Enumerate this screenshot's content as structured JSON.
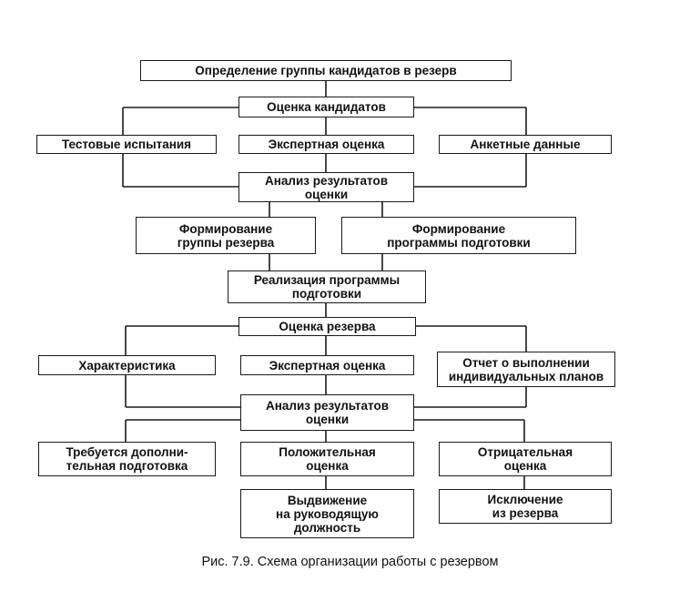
{
  "diagram": {
    "nodes": {
      "definition": "Определение группы кандидатов в резерв",
      "candidate_eval": "Оценка кандидатов",
      "tests": "Тестовые испытания",
      "expert_eval_1": "Экспертная оценка",
      "questionnaire": "Анкетные данные",
      "analysis_1": "Анализ результатов\nоценки",
      "form_group": "Формирование\nгруппы резерва",
      "form_program": "Формирование\nпрограммы подготовки",
      "implementation": "Реализация программы\nподготовки",
      "reserve_eval": "Оценка резерва",
      "characteristic": "Характеристика",
      "expert_eval_2": "Экспертная оценка",
      "report": "Отчет о выполнении\nиндивидуальных планов",
      "analysis_2": "Анализ результатов\nоценки",
      "extra_training": "Требуется дополни-\nтельная подготовка",
      "positive": "Положительная\nоценка",
      "negative": "Отрицательная\nоценка",
      "promotion": "Выдвижение\nна руководящую\nдолжность",
      "exclusion": "Исключение\nиз резерва"
    },
    "caption": "Рис. 7.9. Схема организации работы с резервом"
  }
}
